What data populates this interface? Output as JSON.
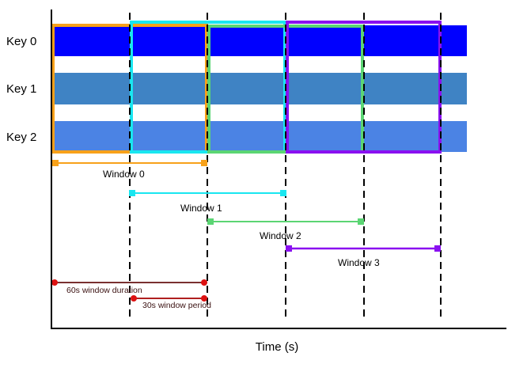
{
  "keys": [
    {
      "label": "Key 0",
      "color": "#0000ff"
    },
    {
      "label": "Key 1",
      "color": "#3f83c4"
    },
    {
      "label": "Key 2",
      "color": "#4b83e4"
    }
  ],
  "windows": [
    {
      "label": "Window 0",
      "color": "#f7a11a"
    },
    {
      "label": "Window 1",
      "color": "#19e6f0"
    },
    {
      "label": "Window 2",
      "color": "#5bd573"
    },
    {
      "label": "Window 3",
      "color": "#8a10f0"
    }
  ],
  "annotations": {
    "duration": "60s window duration",
    "period": "30s window period",
    "color": "#dd1111"
  },
  "x_axis_label": "Time (s)"
}
